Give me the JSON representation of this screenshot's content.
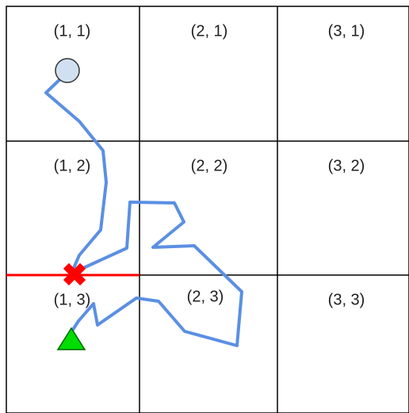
{
  "grid": {
    "columns": 3,
    "rows": 3,
    "line_color": "#000000",
    "cell_labels": [
      [
        "(1, 1)",
        "(2, 1)",
        "(3, 1)"
      ],
      [
        "(1, 2)",
        "(2, 2)",
        "(3, 2)"
      ],
      [
        "(1, 3)",
        "(2, 3)",
        "(3, 3)"
      ]
    ]
  },
  "path": {
    "color": "#5b8fe3"
  },
  "markers": {
    "start": {
      "shape": "circle",
      "fill": "#d0e0f0",
      "stroke": "#333333"
    },
    "crossing": {
      "shape": "x-mark",
      "fill": "#ff0000"
    },
    "end": {
      "shape": "triangle",
      "fill": "#00dd00",
      "stroke": "#006600"
    }
  },
  "barrier": {
    "color": "#ff0000"
  }
}
